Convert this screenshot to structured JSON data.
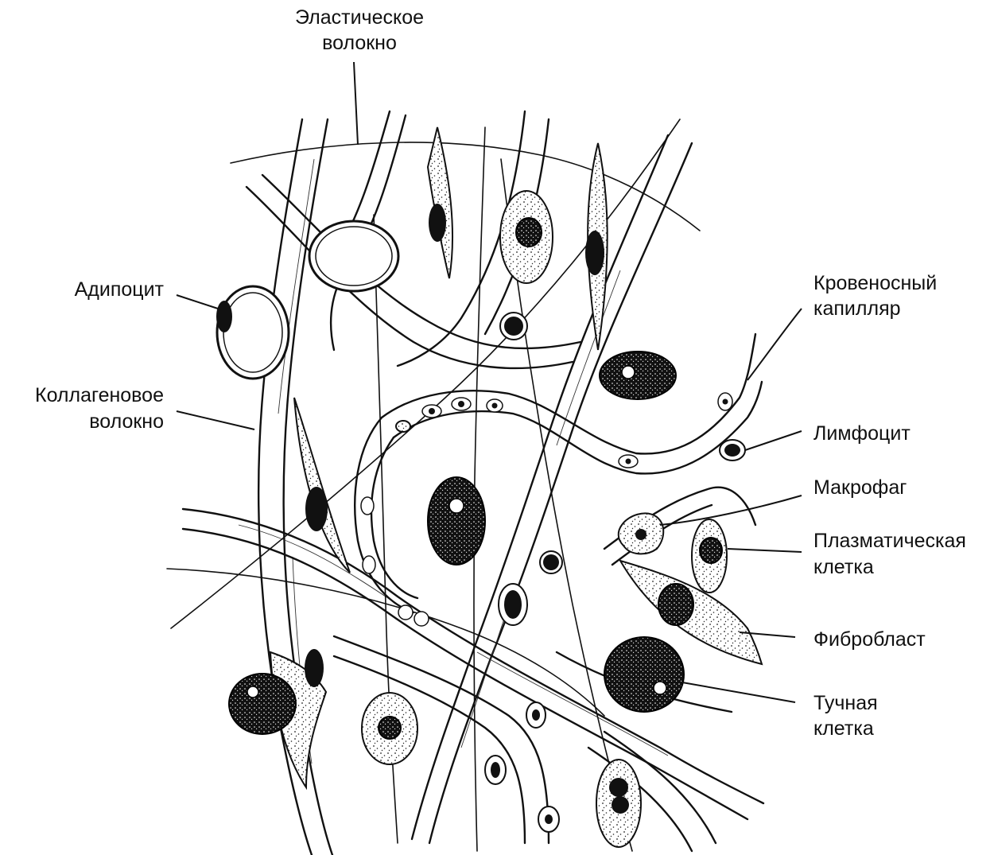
{
  "labels": {
    "elastic": [
      "Эластическое",
      "волокно"
    ],
    "adipocyte": [
      "Адипоцит"
    ],
    "collagen": [
      "Коллагеновое",
      "волокно"
    ],
    "capillary": [
      "Кровеносный",
      "капилляр"
    ],
    "lymphocyte": [
      "Лимфоцит"
    ],
    "macrophage": [
      "Макрофаг"
    ],
    "plasma": [
      "Плазматическая",
      "клетка"
    ],
    "fibroblast": [
      "Фибробласт"
    ],
    "mast": [
      "Тучная",
      "клетка"
    ]
  },
  "colors": {
    "ink": "#111111",
    "paper": "#ffffff"
  }
}
